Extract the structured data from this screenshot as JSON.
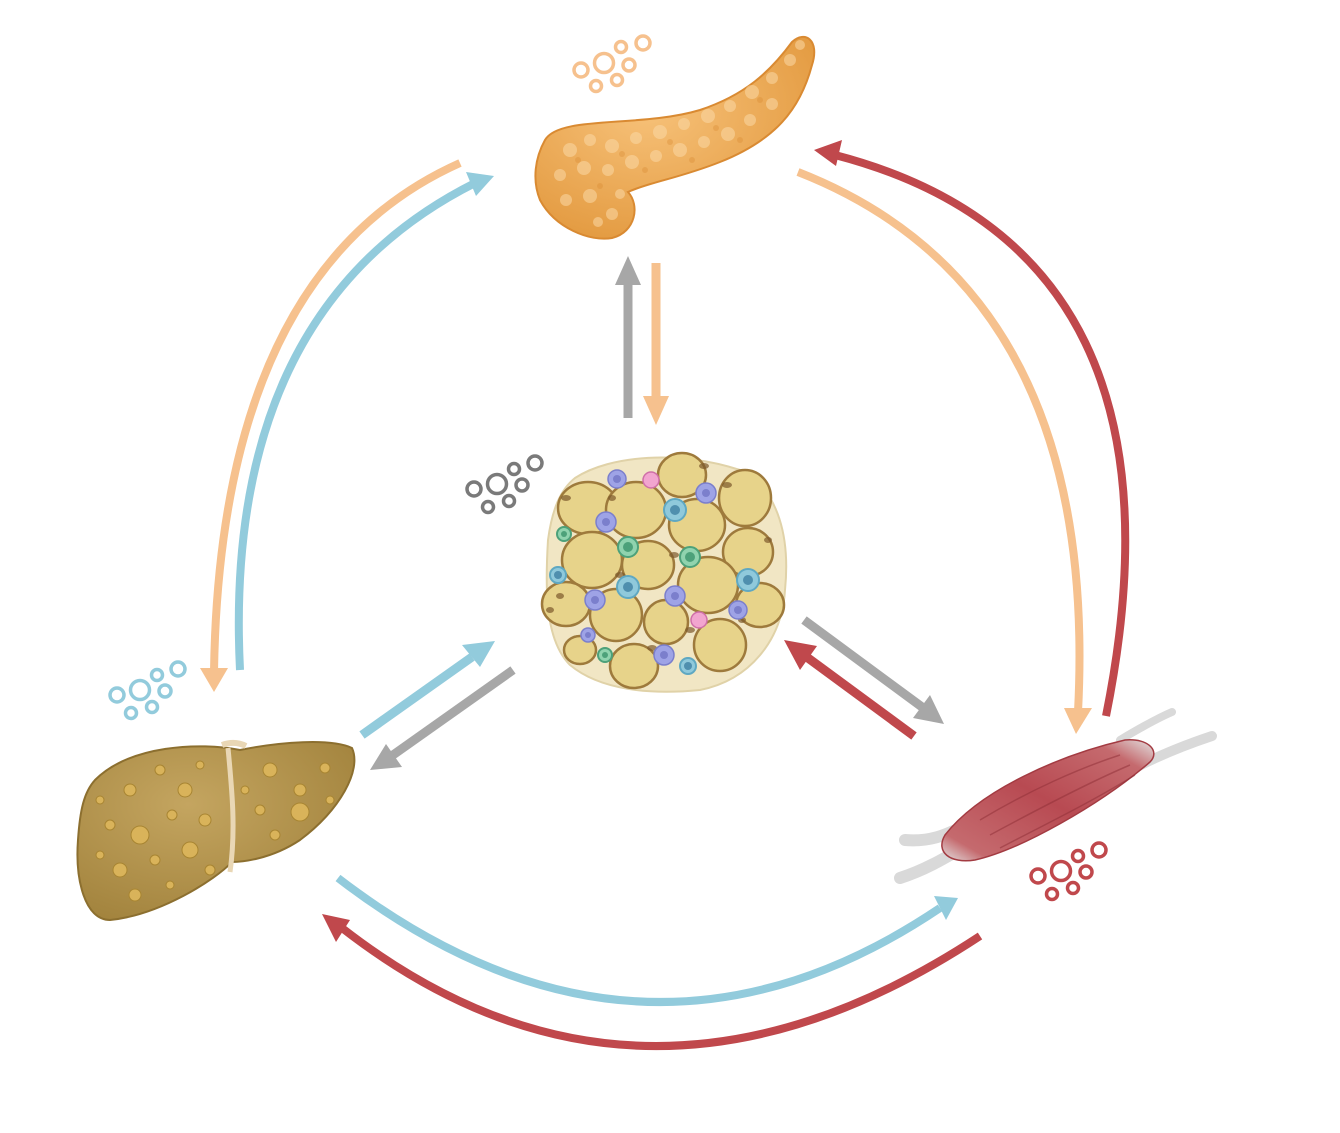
{
  "colors": {
    "pancreas": "#f6c18e",
    "liver": "#92cbdc",
    "muscle": "#c0484c",
    "adipose": "#a7a7a7",
    "background": "#ffffff"
  },
  "organs": [
    {
      "id": "pancreas",
      "icon": "pancreas-icon",
      "signal_color": "#f6c18e"
    },
    {
      "id": "liver",
      "icon": "liver-icon",
      "signal_color": "#92cbdc"
    },
    {
      "id": "muscle",
      "icon": "muscle-icon",
      "signal_color": "#c0484c"
    },
    {
      "id": "adipose",
      "icon": "adipose-tissue-icon",
      "signal_color": "#7a7a7a"
    }
  ],
  "connections": [
    {
      "from": "pancreas",
      "to": "liver",
      "color": "#f6c18e"
    },
    {
      "from": "liver",
      "to": "pancreas",
      "color": "#92cbdc"
    },
    {
      "from": "pancreas",
      "to": "muscle",
      "color": "#f6c18e"
    },
    {
      "from": "muscle",
      "to": "pancreas",
      "color": "#c0484c"
    },
    {
      "from": "liver",
      "to": "muscle",
      "color": "#92cbdc"
    },
    {
      "from": "muscle",
      "to": "liver",
      "color": "#c0484c"
    },
    {
      "from": "adipose",
      "to": "pancreas",
      "color": "#a7a7a7"
    },
    {
      "from": "pancreas",
      "to": "adipose",
      "color": "#f6c18e"
    },
    {
      "from": "adipose",
      "to": "liver",
      "color": "#a7a7a7"
    },
    {
      "from": "liver",
      "to": "adipose",
      "color": "#92cbdc"
    },
    {
      "from": "adipose",
      "to": "muscle",
      "color": "#a7a7a7"
    },
    {
      "from": "muscle",
      "to": "adipose",
      "color": "#c0484c"
    }
  ]
}
